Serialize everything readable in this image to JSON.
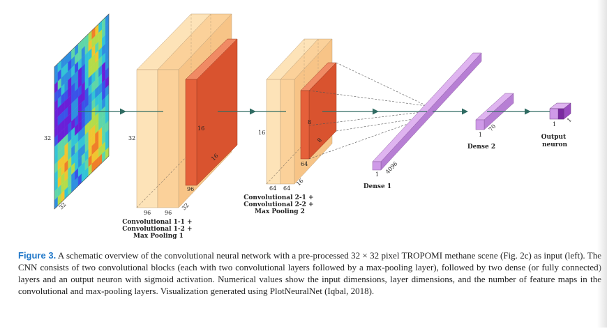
{
  "figure": {
    "label": "Figure 3.",
    "text": "A schematic overview of the convolutional neural network with a pre-processed 32 × 32 pixel TROPOMI methane scene (Fig. 2c) as input (left). The CNN consists of two convolutional blocks (each with two convolutional layers followed by a max-pooling layer), followed by two dense (or fully connected) layers and an output neuron with sigmoid activation. Numerical values show the input dimensions, layer dimensions, and the number of feature maps in the convolutional and max-pooling layers. Visualization generated using PlotNeuralNet (Iqbal, 2018)."
  },
  "diagram": {
    "input": {
      "height": "32",
      "depth": "32"
    },
    "block1": {
      "height": "32",
      "width1": "96",
      "width2": "96",
      "depth": "32",
      "pool_height": "16",
      "pool_depth": "16",
      "pool_width": "96",
      "caption_lines": [
        "Convolutional 1-1  +",
        "Convolutional 1-2  +",
        "Max Pooling 1"
      ]
    },
    "block2": {
      "height": "16",
      "width1": "64",
      "width2": "64",
      "depth": "16",
      "pool_height": "8",
      "pool_depth": "8",
      "pool_width": "64",
      "caption_lines": [
        "Convolutional 2-1  +",
        "Convolutional 2-2  +",
        "Max Pooling 2"
      ]
    },
    "dense1": {
      "width": "1",
      "length": "4096",
      "label": "Dense 1"
    },
    "dense2": {
      "width": "1",
      "length": "70",
      "label": "Dense 2"
    },
    "output": {
      "width": "1",
      "length": "1",
      "label_lines": [
        "Output",
        "neuron"
      ]
    }
  },
  "colors": {
    "conv_light": "#fde3b8",
    "conv_mid": "#fbd19a",
    "pool": "#e5603a",
    "dense": "#cf9ae8",
    "arrow": "#2f6b62",
    "caption_label": "#1f77c8"
  }
}
